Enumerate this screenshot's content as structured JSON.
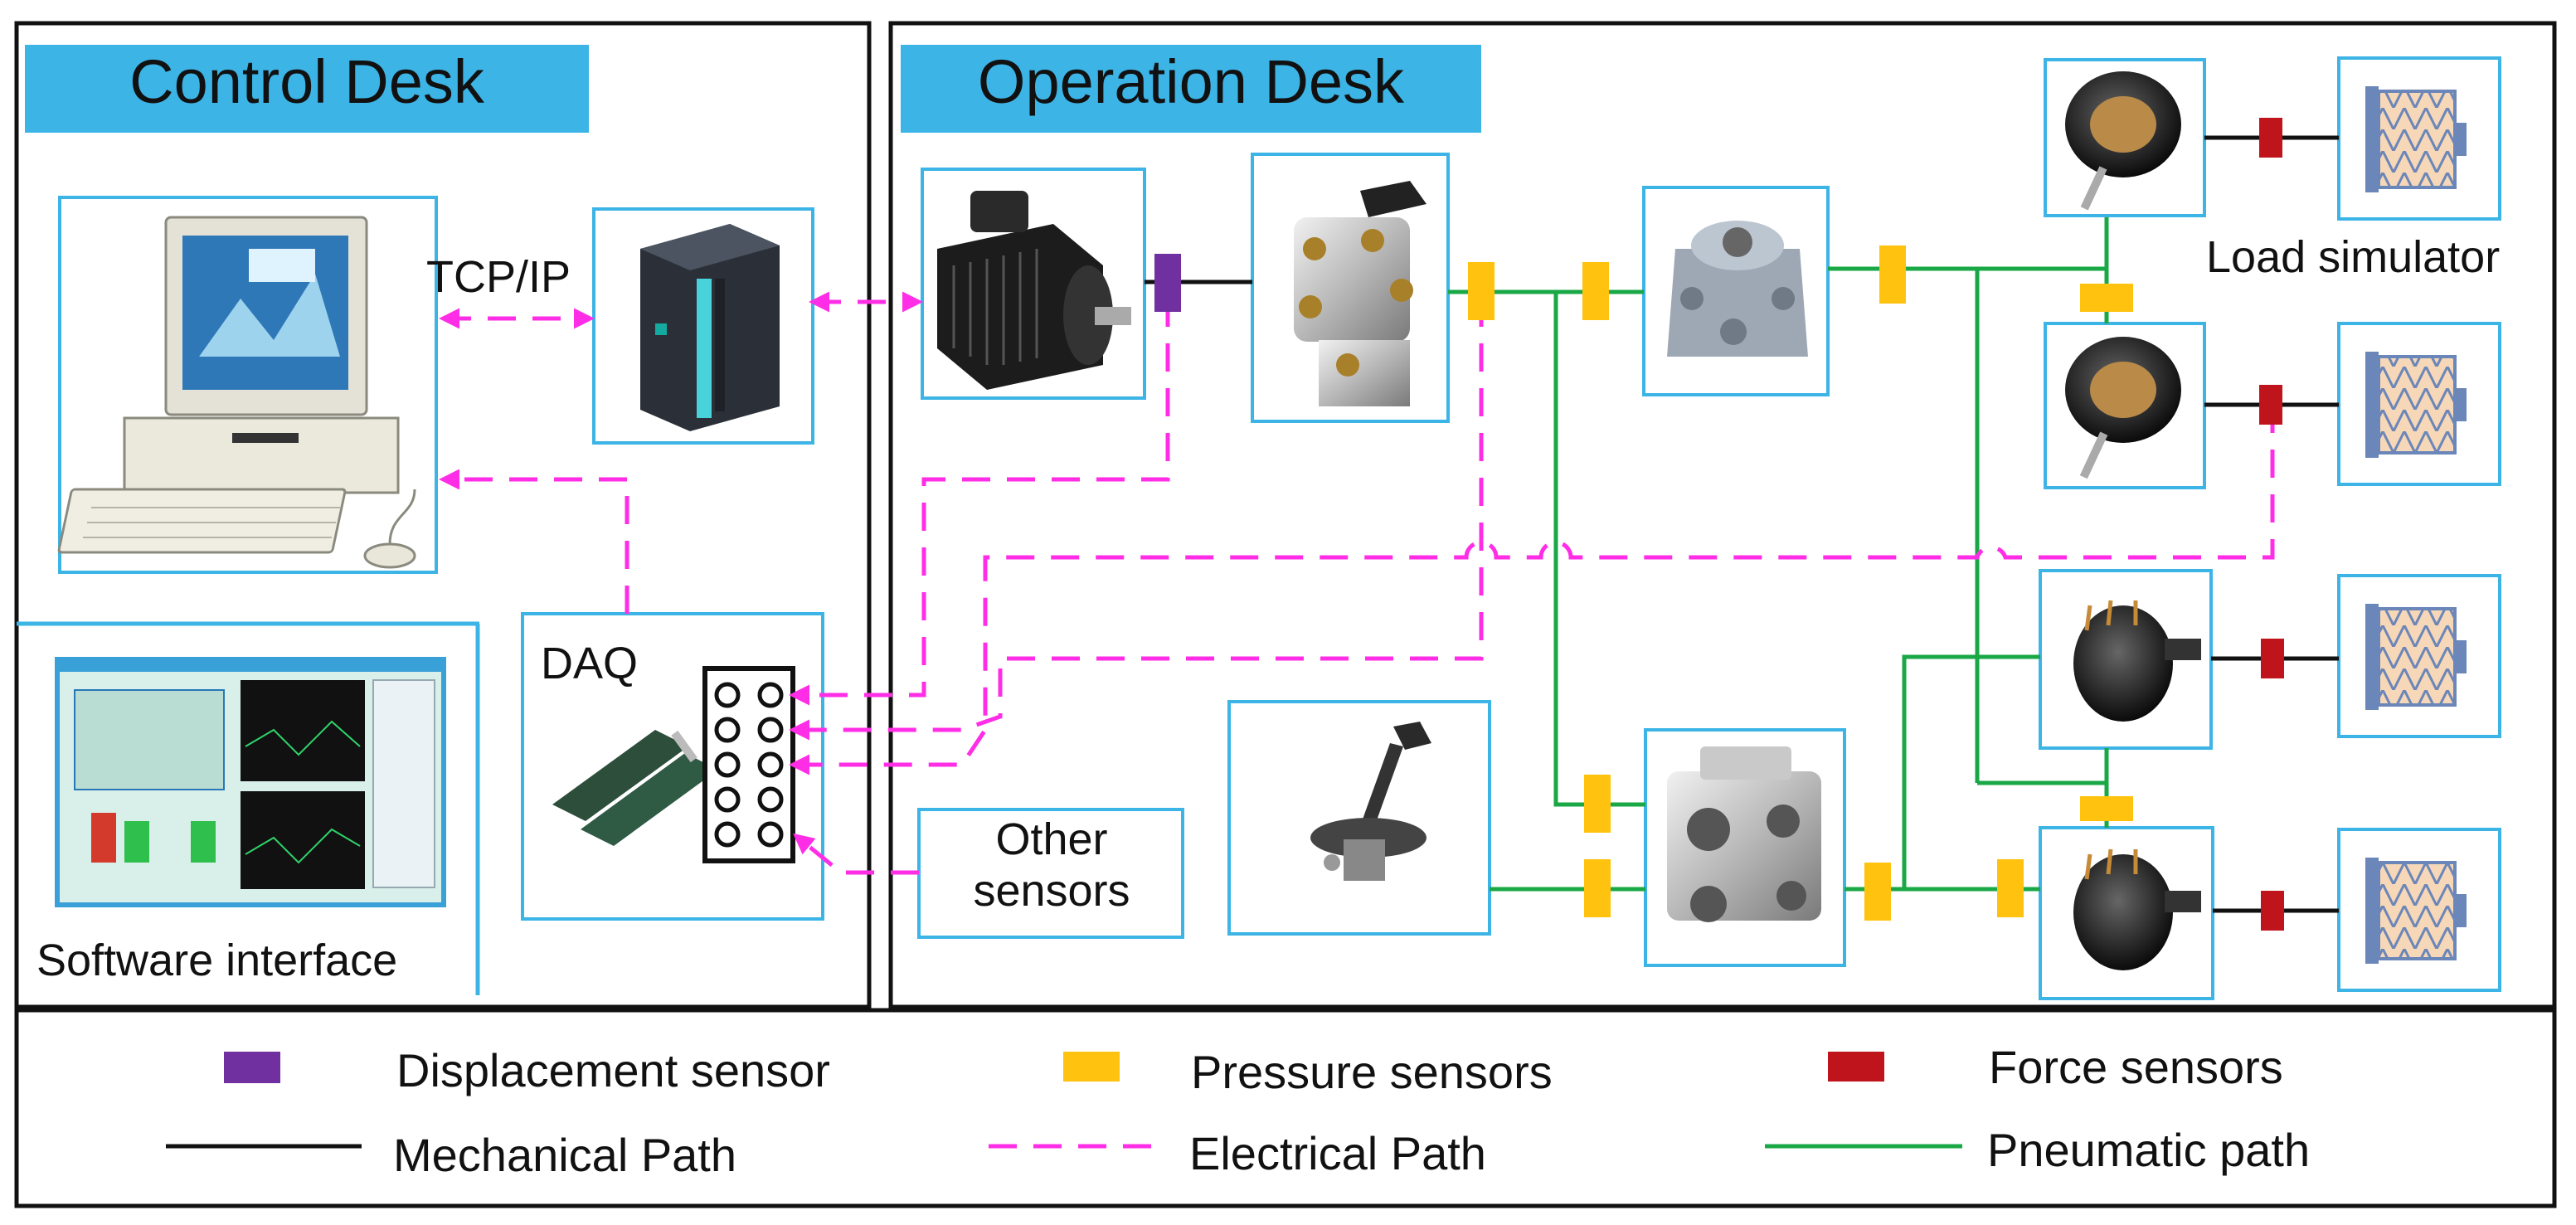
{
  "sections": {
    "control_desk": "Control Desk",
    "operation_desk": "Operation Desk"
  },
  "labels": {
    "tcp_ip": "TCP/IP",
    "daq": "DAQ",
    "software_interface": "Software interface",
    "load_simulator": "Load simulator",
    "other_sensors": "Other sensors"
  },
  "legend": {
    "displacement_sensor": "Displacement sensor",
    "pressure_sensors": "Pressure sensors",
    "force_sensors": "Force sensors",
    "mechanical_path": "Mechanical Path",
    "electrical_path": "Electrical Path",
    "pneumatic_path": "Pneumatic path"
  },
  "colors": {
    "section_band": "#3cb4e6",
    "component_frame": "#3cb4e6",
    "pneumatic": "#1aa846",
    "electrical": "#ff2ee6",
    "mechanical": "#111111",
    "pressure_sensor": "#ffc20e",
    "force_sensor": "#c0141c",
    "displacement_sensor": "#7030a0"
  },
  "icons": [
    "computer-icon",
    "plc-icon",
    "servo-motor-icon",
    "brake-valve-icon",
    "relay-valve-icon",
    "hand-brake-valve-icon",
    "emergency-relay-valve-icon",
    "brake-chamber-icon",
    "spring-load-icon",
    "daq-card-icon",
    "software-screen-icon"
  ]
}
